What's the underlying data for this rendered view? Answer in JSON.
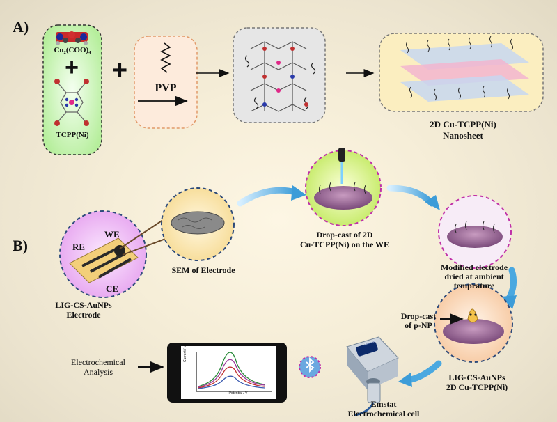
{
  "panel_a": {
    "label": "A)",
    "reactant_1": "Cu₂(COO)₄",
    "plus_1": "+",
    "reactant_2": "TCPP(Ni)",
    "plus_2": "+",
    "surfactant": "PVP",
    "product_line1": "2D Cu-TCPP(Ni)",
    "product_line2": "Nanosheet"
  },
  "panel_b": {
    "label": "B)",
    "electrode": {
      "line1": "LIG-CS-AuNPs",
      "line2": "Electrode",
      "re": "RE",
      "we": "WE",
      "ce": "CE"
    },
    "sem": "SEM of Electrode",
    "dropcast": {
      "line1": "Drop-cast of 2D",
      "line2": "Cu-TCPP(Ni) on the WE"
    },
    "dried": {
      "line1": "Modified electrode",
      "line2": "dried at ambient",
      "line3": "temprature"
    },
    "pnp": {
      "line1": "Drop-cast",
      "line2": "of p-NP"
    },
    "modified": {
      "line1": "LIG-CS-AuNPs",
      "line2": "2D Cu-TCPP(Ni)"
    },
    "emstat": {
      "line1": "Emstat",
      "line2": "Electrochemical cell"
    },
    "analysis": {
      "line1": "Electrochemical",
      "line2": "Analysis"
    },
    "phone": {
      "y_axis": "Current / µA",
      "x_axis": "Potential / V",
      "device_label": "EmStat"
    }
  },
  "colors": {
    "green_box": "#b9f0a0",
    "orange_box": "#fde9d6",
    "grey_box": "#e4e4e4",
    "yellow_box": "#fbeec2",
    "pink_circle": "#e9a8f0",
    "blue_arrow": "#4aa8e0"
  }
}
